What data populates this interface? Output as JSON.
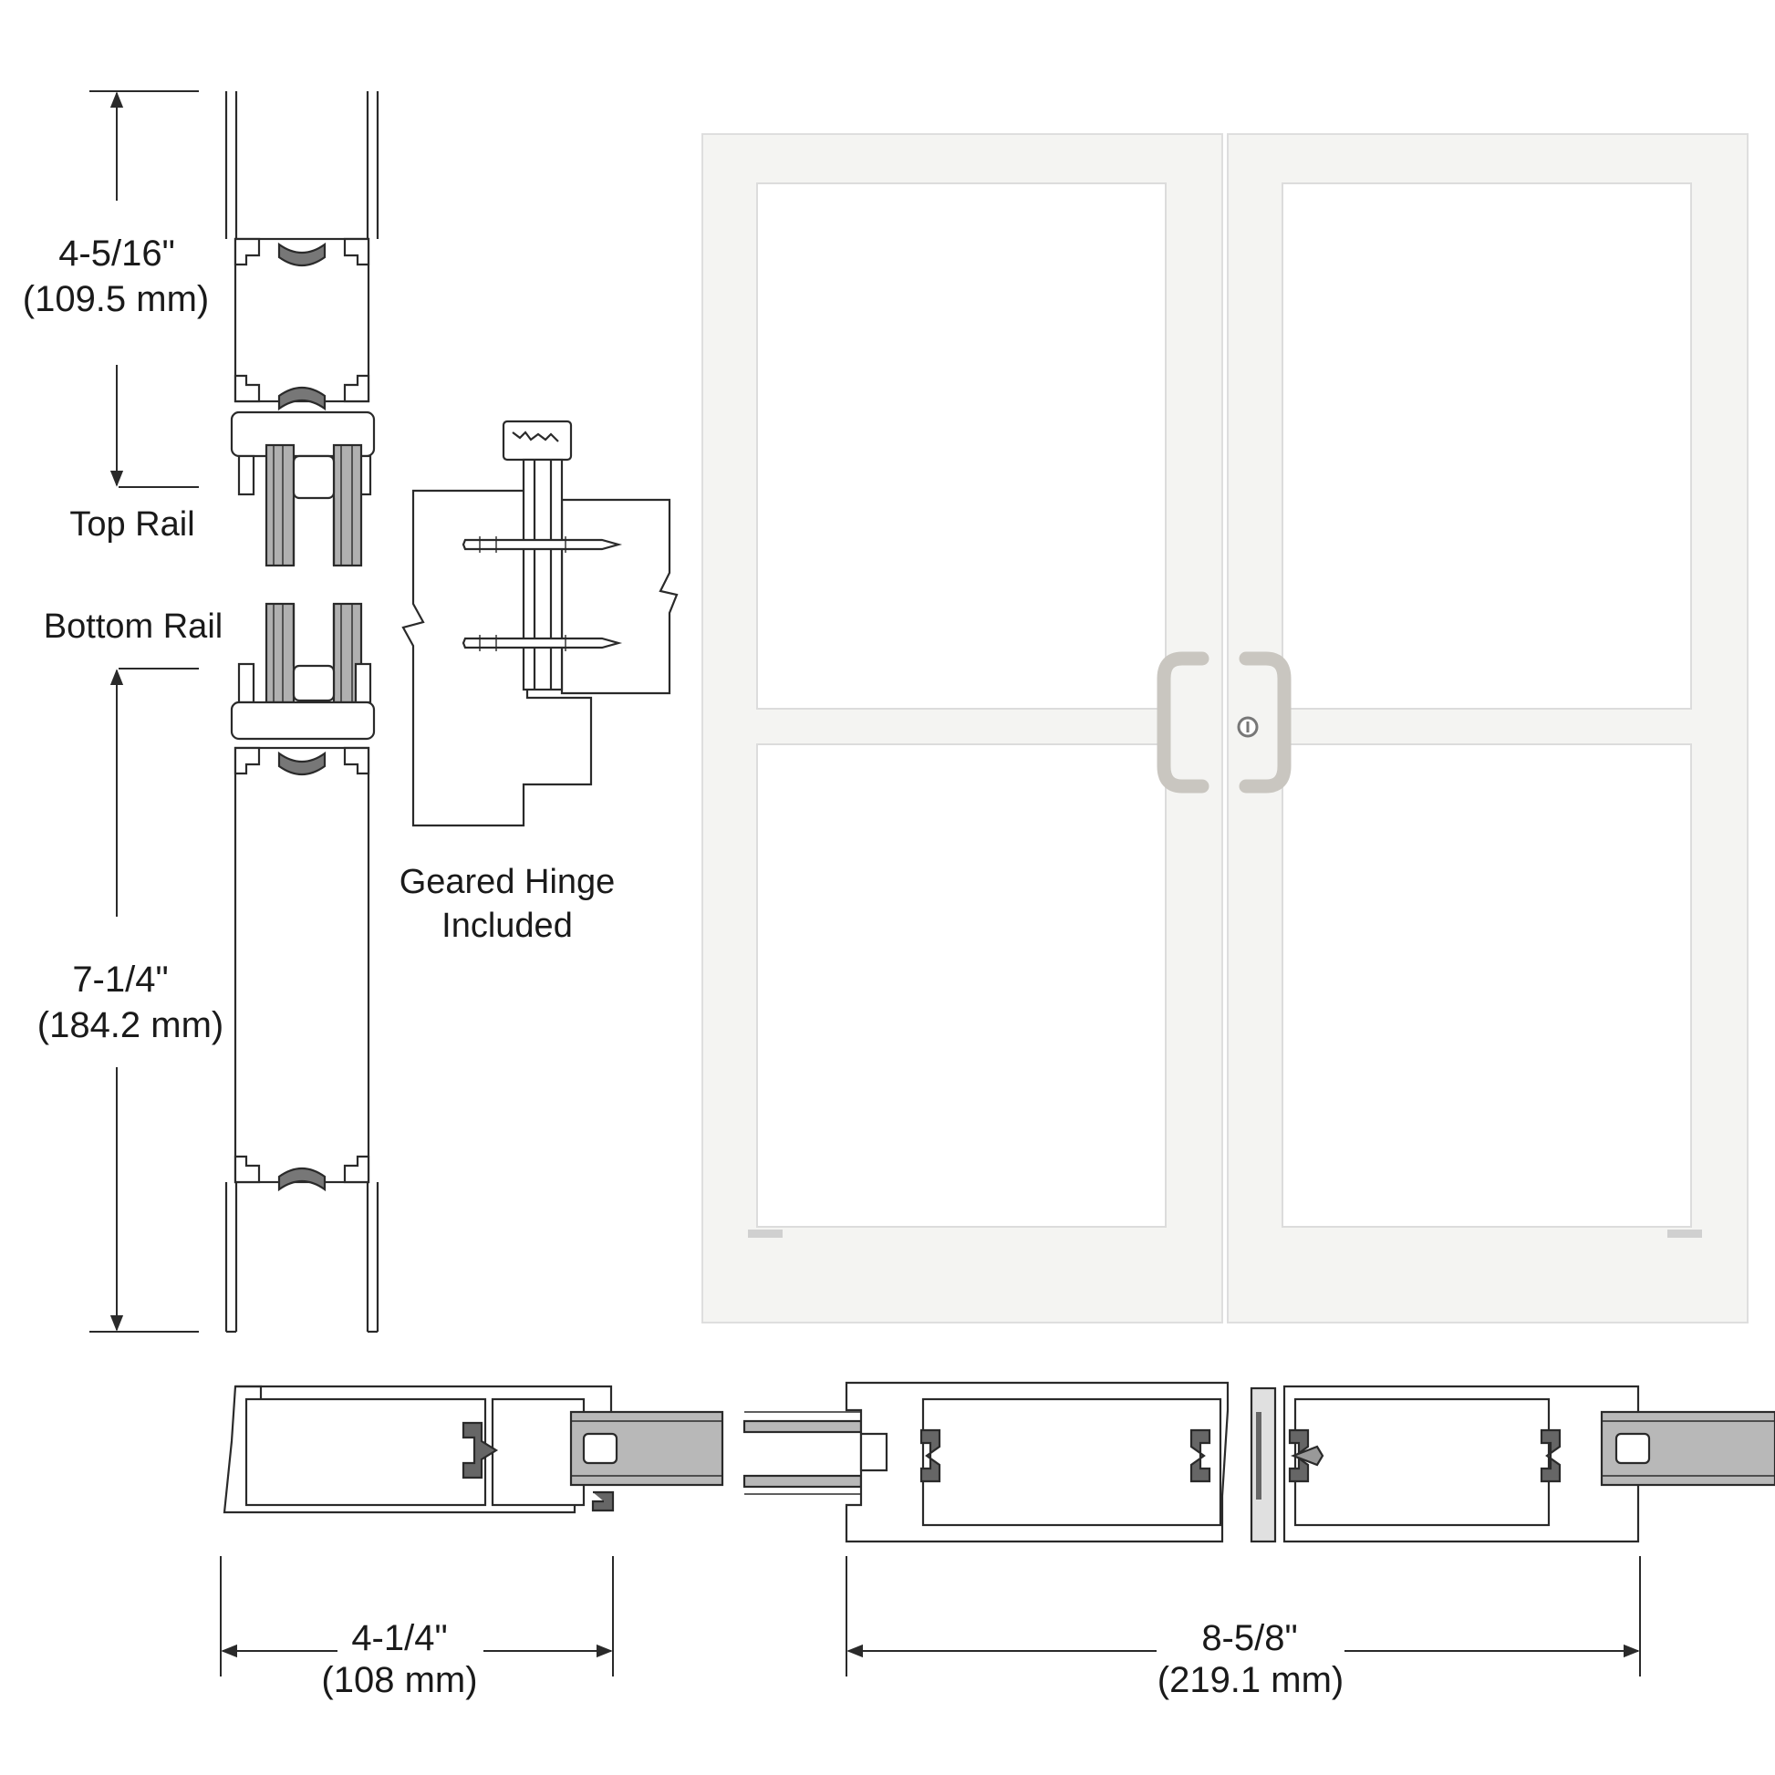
{
  "dimensions": {
    "top_rail": {
      "imperial": "4-5/16\"",
      "metric": "(109.5 mm)"
    },
    "bottom_rail": {
      "imperial": "7-1/4\"",
      "metric": "(184.2 mm)"
    },
    "stile": {
      "imperial": "4-1/4\"",
      "metric": "(108 mm)"
    },
    "meeting_stiles": {
      "imperial": "8-5/8\"",
      "metric": "(219.1 mm)"
    }
  },
  "labels": {
    "top_rail": "Top Rail",
    "bottom_rail": "Bottom Rail",
    "hinge_line1": "Geared Hinge",
    "hinge_line2": "Included"
  },
  "colors": {
    "line": "#2a2a2a",
    "door_frame": "#f4f4f2",
    "door_glass": "#ffffff",
    "handle": "#c9c6c0",
    "glass_section": "#8f8f8f"
  }
}
